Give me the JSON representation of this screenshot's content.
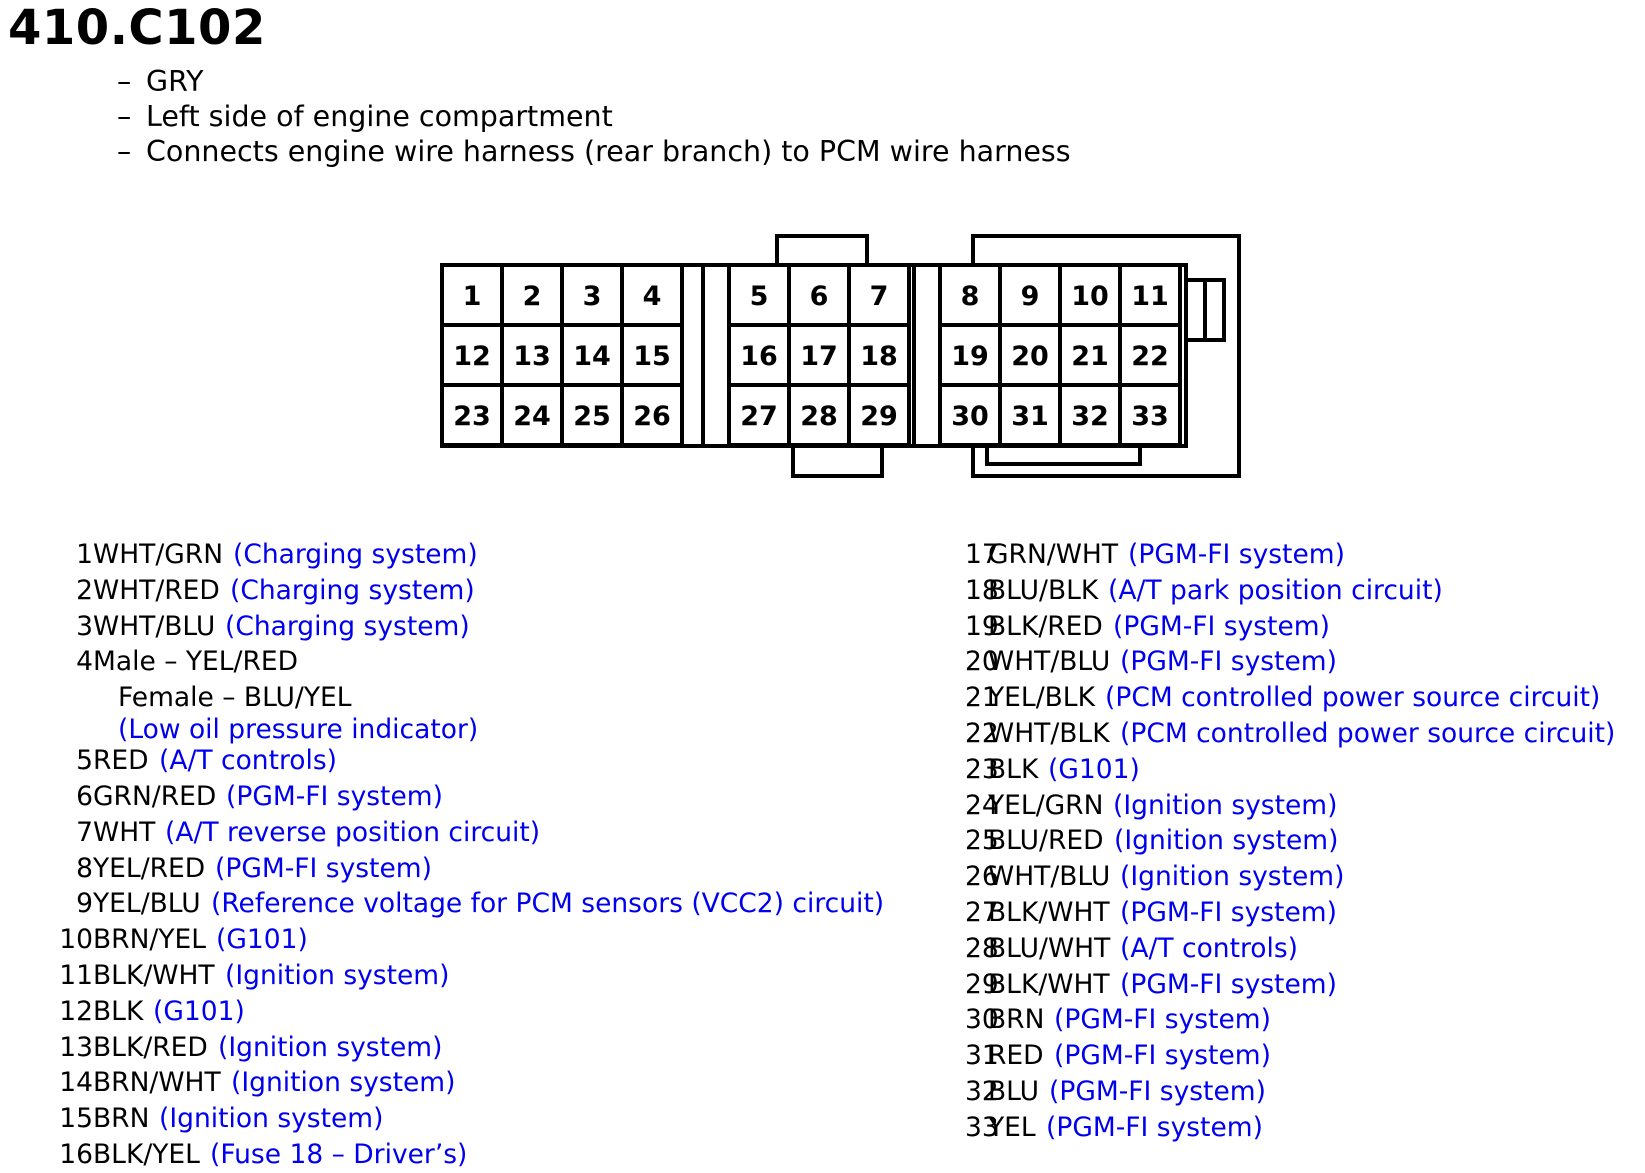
{
  "connector_id": "410.C102",
  "notes": [
    "GRY",
    "Left side of engine compartment",
    "Connects engine wire harness (rear branch) to PCM wire harness"
  ],
  "note_dash": "–",
  "pins": [
    {
      "num": "1",
      "wire": "WHT/GRN",
      "fn": "(Charging system)"
    },
    {
      "num": "2",
      "wire": "WHT/RED",
      "fn": "(Charging system)"
    },
    {
      "num": "3",
      "wire": "WHT/BLU",
      "fn": "(Charging system)"
    },
    {
      "num": "4",
      "wire": "Male – YEL/RED",
      "fn": ""
    },
    {
      "num": "",
      "wire": "Female – BLU/YEL",
      "fn": ""
    },
    {
      "num": "",
      "wire": "",
      "fn": "(Low oil pressure indicator)"
    },
    {
      "num": "5",
      "wire": "RED",
      "fn": "(A/T controls)"
    },
    {
      "num": "6",
      "wire": "GRN/RED",
      "fn": "(PGM-FI system)"
    },
    {
      "num": "7",
      "wire": "WHT",
      "fn": "(A/T reverse position circuit)"
    },
    {
      "num": "8",
      "wire": "YEL/RED",
      "fn": "(PGM-FI system)"
    },
    {
      "num": "9",
      "wire": "YEL/BLU",
      "fn": "(Reference voltage for PCM sensors (VCC2) circuit)"
    },
    {
      "num": "10",
      "wire": "BRN/YEL",
      "fn": "(G101)"
    },
    {
      "num": "11",
      "wire": "BLK/WHT",
      "fn": "(Ignition system)"
    },
    {
      "num": "12",
      "wire": "BLK",
      "fn": "(G101)"
    },
    {
      "num": "13",
      "wire": "BLK/RED",
      "fn": "(Ignition system)"
    },
    {
      "num": "14",
      "wire": "BRN/WHT",
      "fn": "(Ignition system)"
    },
    {
      "num": "15",
      "wire": "BRN",
      "fn": "(Ignition system)"
    },
    {
      "num": "16",
      "wire": "BLK/YEL",
      "fn": "(Fuse 18 – Driver’s)"
    },
    {
      "num": "17",
      "wire": "GRN/WHT",
      "fn": "(PGM-FI system)"
    },
    {
      "num": "18",
      "wire": "BLU/BLK",
      "fn": "(A/T park position circuit)"
    },
    {
      "num": "19",
      "wire": "BLK/RED",
      "fn": "(PGM-FI system)"
    },
    {
      "num": "20",
      "wire": "WHT/BLU",
      "fn": "(PGM-FI system)"
    },
    {
      "num": "21",
      "wire": "YEL/BLK",
      "fn": "(PCM controlled power source circuit)"
    },
    {
      "num": "22",
      "wire": "WHT/BLK",
      "fn": "(PCM controlled power source circuit)"
    },
    {
      "num": "23",
      "wire": "BLK",
      "fn": "(G101)"
    },
    {
      "num": "24",
      "wire": "YEL/GRN",
      "fn": "(Ignition system)"
    },
    {
      "num": "25",
      "wire": "BLU/RED",
      "fn": "(Ignition system)"
    },
    {
      "num": "26",
      "wire": "WHT/BLU",
      "fn": "(Ignition system)"
    },
    {
      "num": "27",
      "wire": "BLK/WHT",
      "fn": "(PGM-FI system)"
    },
    {
      "num": "28",
      "wire": "BLU/WHT",
      "fn": "(A/T controls)"
    },
    {
      "num": "29",
      "wire": "BLK/WHT",
      "fn": "(PGM-FI system)"
    },
    {
      "num": "30",
      "wire": "BRN",
      "fn": "(PGM-FI system)"
    },
    {
      "num": "31",
      "wire": "RED",
      "fn": "(PGM-FI system)"
    },
    {
      "num": "32",
      "wire": "BLU",
      "fn": "(PGM-FI system)"
    },
    {
      "num": "33",
      "wire": "YEL",
      "fn": "(PGM-FI system)"
    }
  ],
  "colors": {
    "function_text": "#0000ee",
    "outline": "#000000"
  }
}
